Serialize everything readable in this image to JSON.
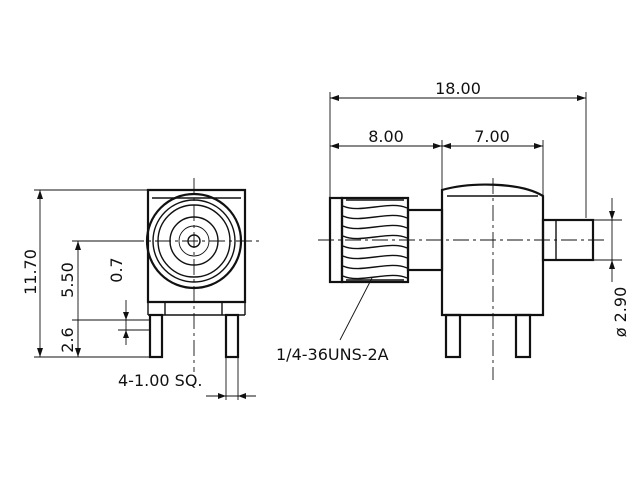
{
  "dimensions": {
    "overall_length": "18.00",
    "thread_length": "8.00",
    "body_length": "7.00",
    "overall_height": "11.70",
    "center_height": "5.50",
    "offset": "0.7",
    "pin_height": "2.6",
    "pin_diameter": "ø 2.90"
  },
  "labels": {
    "pin_size": "4-1.00 SQ.",
    "thread_spec": "1/4-36UNS-2A"
  }
}
